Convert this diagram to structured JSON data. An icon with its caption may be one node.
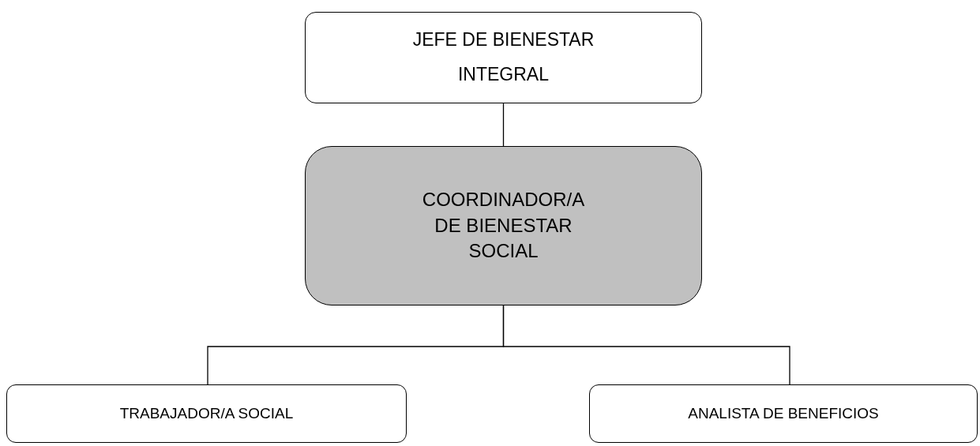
{
  "diagram": {
    "nodes": [
      {
        "text": [
          "JEFE DE BIENESTAR INTEGRAL"
        ]
      },
      {
        "text": [
          "COORDINADOR/A DE BIENESTAR SOCIAL"
        ]
      },
      {
        "text": [
          "TRABAJADOR/A SOCIAL"
        ]
      },
      {
        "text": [
          "ANALISTA DE BENEFICIOS"
        ]
      }
    ],
    "edges": [
      {
        "from": 0,
        "to": 1,
        "arrow": "none"
      },
      {
        "from": 1,
        "to": 2,
        "arrow": "none"
      },
      {
        "from": 1,
        "to": 3,
        "arrow": "none"
      }
    ]
  }
}
